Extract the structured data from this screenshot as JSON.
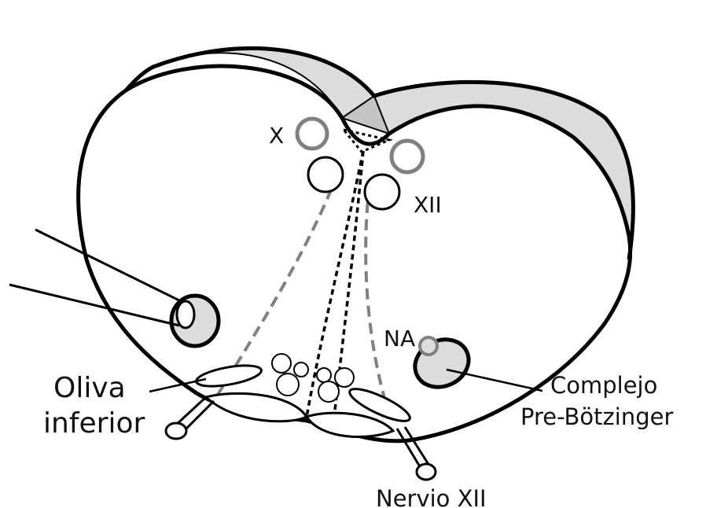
{
  "labels": {
    "x_nucleus": "X",
    "xii_nucleus": "XII",
    "na": "NA",
    "oliva_line1": "Oliva",
    "oliva_line2": "inferior",
    "complejo_line1": "Complejo",
    "complejo_line2": "Pre-Bötzinger",
    "nervio": "Nervio XII"
  },
  "colors": {
    "outline": "#000000",
    "shading": "#dcdcdc",
    "gray_structure": "#808080",
    "background": "#ffffff"
  }
}
